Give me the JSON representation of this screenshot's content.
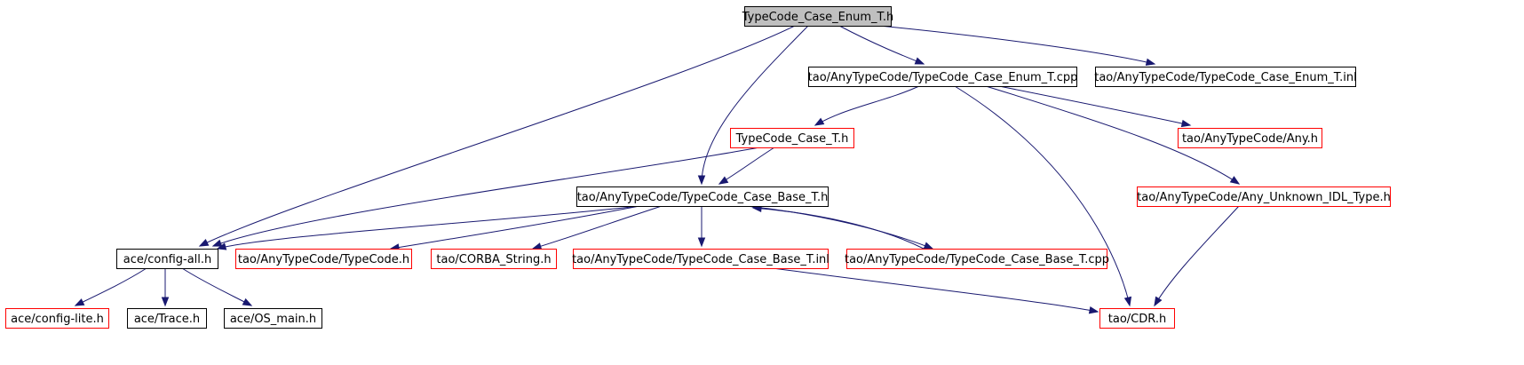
{
  "graph": {
    "colors": {
      "edge": "#191970",
      "border_default": "#000000",
      "border_external": "#ff0000",
      "root_fill": "#bfbfbf",
      "fill": "#ffffff"
    },
    "nodes": [
      {
        "id": "root",
        "label": "TypeCode_Case_Enum_T.h",
        "style": "root"
      },
      {
        "id": "case_enum_cpp",
        "label": "tao/AnyTypeCode/TypeCode_Case_Enum_T.cpp",
        "style": "normal"
      },
      {
        "id": "case_enum_inl",
        "label": "tao/AnyTypeCode/TypeCode_Case_Enum_T.inl",
        "style": "normal"
      },
      {
        "id": "case_t_h",
        "label": "TypeCode_Case_T.h",
        "style": "external"
      },
      {
        "id": "any_h",
        "label": "tao/AnyTypeCode/Any.h",
        "style": "external"
      },
      {
        "id": "case_base_h",
        "label": "tao/AnyTypeCode/TypeCode_Case_Base_T.h",
        "style": "normal"
      },
      {
        "id": "any_unknown_h",
        "label": "tao/AnyTypeCode/Any_Unknown_IDL_Type.h",
        "style": "external"
      },
      {
        "id": "config_all_h",
        "label": "ace/config-all.h",
        "style": "normal"
      },
      {
        "id": "typecode_h",
        "label": "tao/AnyTypeCode/TypeCode.h",
        "style": "external"
      },
      {
        "id": "corba_string_h",
        "label": "tao/CORBA_String.h",
        "style": "external"
      },
      {
        "id": "case_base_inl",
        "label": "tao/AnyTypeCode/TypeCode_Case_Base_T.inl",
        "style": "external"
      },
      {
        "id": "case_base_cpp",
        "label": "tao/AnyTypeCode/TypeCode_Case_Base_T.cpp",
        "style": "external"
      },
      {
        "id": "config_lite_h",
        "label": "ace/config-lite.h",
        "style": "external"
      },
      {
        "id": "trace_h",
        "label": "ace/Trace.h",
        "style": "normal"
      },
      {
        "id": "os_main_h",
        "label": "ace/OS_main.h",
        "style": "normal"
      },
      {
        "id": "cdr_h",
        "label": "tao/CDR.h",
        "style": "external"
      }
    ],
    "edges": [
      [
        "root",
        "config_all_h"
      ],
      [
        "root",
        "case_base_h"
      ],
      [
        "root",
        "case_enum_cpp"
      ],
      [
        "root",
        "case_enum_inl"
      ],
      [
        "case_enum_cpp",
        "case_t_h"
      ],
      [
        "case_enum_cpp",
        "any_h"
      ],
      [
        "case_enum_cpp",
        "any_unknown_h"
      ],
      [
        "case_enum_cpp",
        "cdr_h"
      ],
      [
        "case_t_h",
        "case_base_h"
      ],
      [
        "case_t_h",
        "config_all_h"
      ],
      [
        "case_base_h",
        "config_all_h"
      ],
      [
        "case_base_h",
        "typecode_h"
      ],
      [
        "case_base_h",
        "corba_string_h"
      ],
      [
        "case_base_h",
        "case_base_inl"
      ],
      [
        "case_base_h",
        "case_base_cpp"
      ],
      [
        "case_base_cpp",
        "case_base_h"
      ],
      [
        "case_base_inl",
        "cdr_h"
      ],
      [
        "any_unknown_h",
        "cdr_h"
      ],
      [
        "config_all_h",
        "config_lite_h"
      ],
      [
        "config_all_h",
        "trace_h"
      ],
      [
        "config_all_h",
        "os_main_h"
      ]
    ]
  }
}
